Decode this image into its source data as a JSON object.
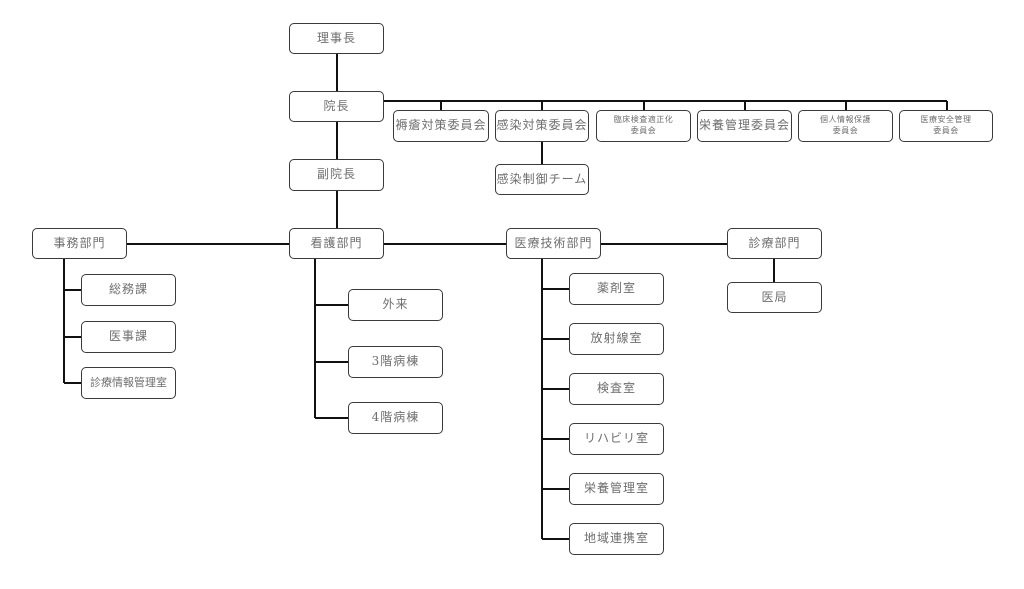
{
  "chart": {
    "chairman": "理事長",
    "director": "院長",
    "vice_director": "副院長",
    "committees": [
      {
        "lines": [
          "褥瘡対策委員会"
        ]
      },
      {
        "lines": [
          "感染対策委員会"
        ],
        "sub_team": "感染制御チーム"
      },
      {
        "lines": [
          "臨床検査適正化",
          "委員会"
        ]
      },
      {
        "lines": [
          "栄養管理委員会"
        ]
      },
      {
        "lines": [
          "個人情報保護",
          "委員会"
        ]
      },
      {
        "lines": [
          "医療安全管理",
          "委員会"
        ]
      }
    ],
    "departments": [
      {
        "name": "事務部門",
        "units": [
          "総務課",
          "医事課",
          "診療情報管理室"
        ]
      },
      {
        "name": "看護部門",
        "units": [
          "外来",
          "3階病棟",
          "4階病棟"
        ]
      },
      {
        "name": "医療技術部門",
        "units": [
          "薬剤室",
          "放射線室",
          "検査室",
          "リハビリ室",
          "栄養管理室",
          "地域連携室"
        ]
      },
      {
        "name": "診療部門",
        "units": [
          "医局"
        ]
      }
    ]
  }
}
